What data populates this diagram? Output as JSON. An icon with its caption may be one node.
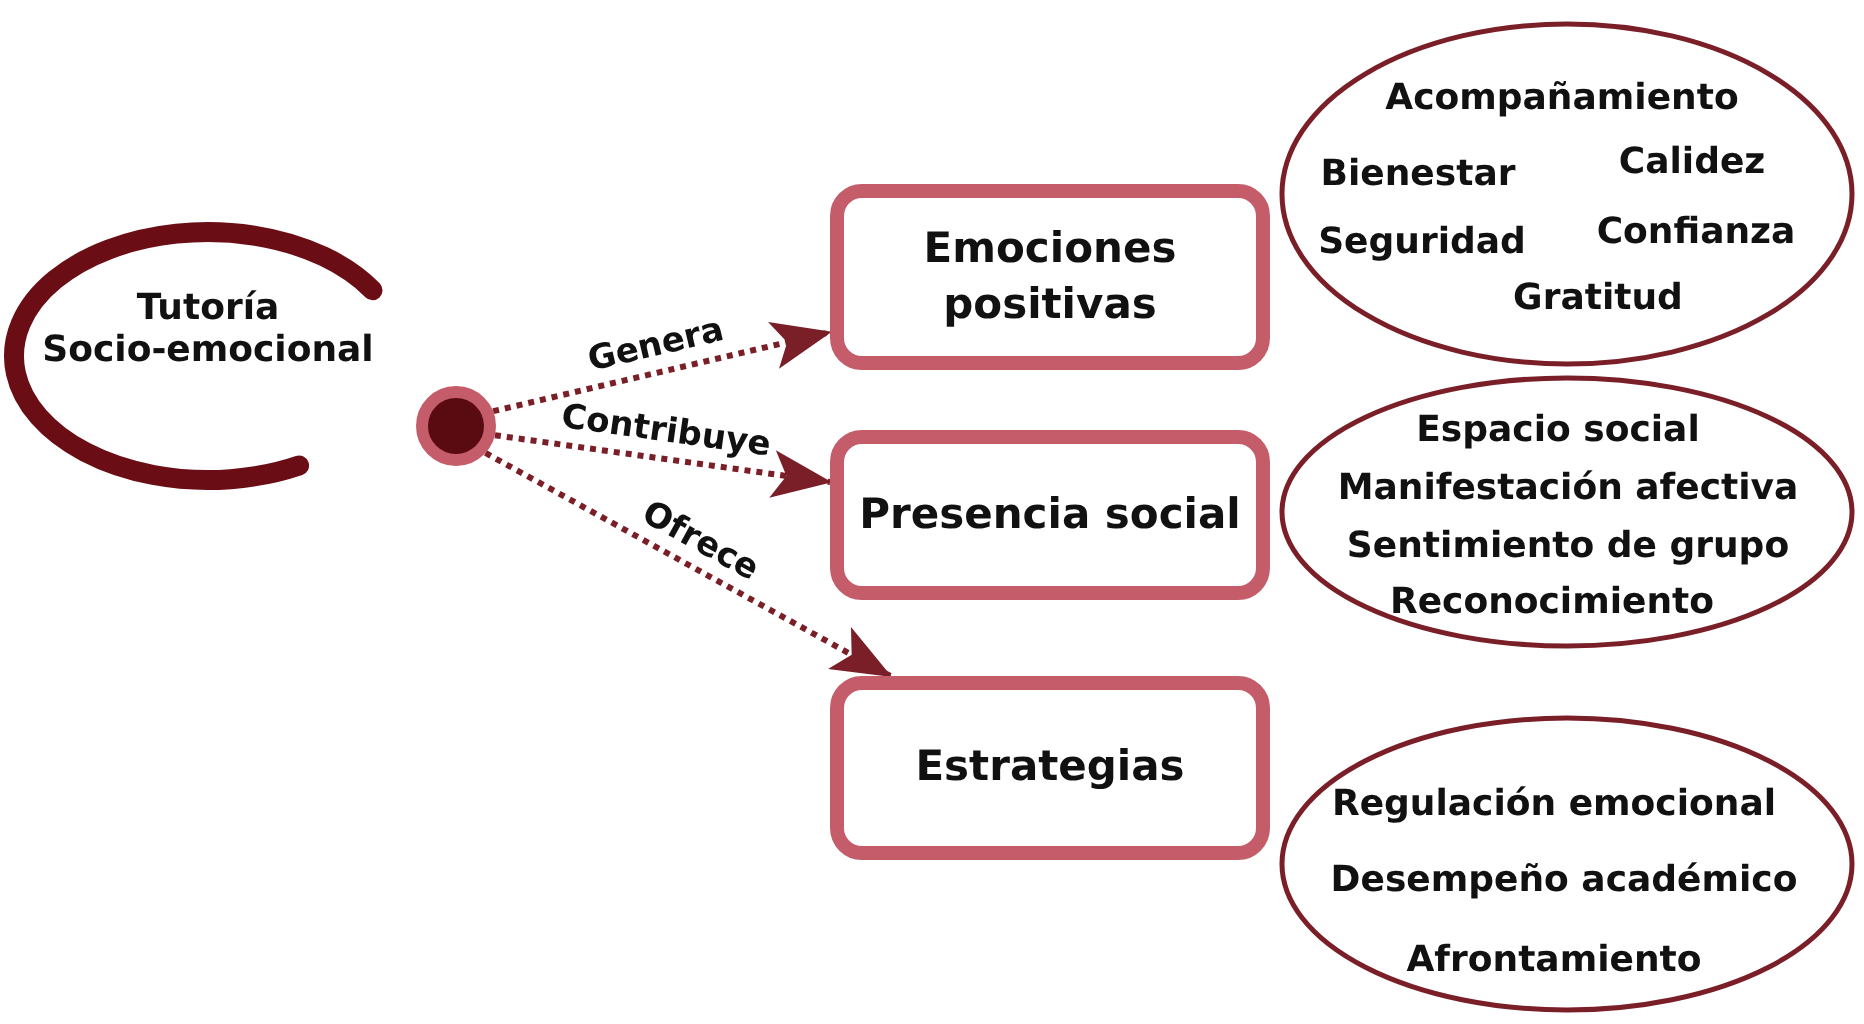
{
  "diagram": {
    "nodes": [
      {
        "text": [
          "Tutoría Socio-emocional"
        ]
      },
      {
        "text": [],
        "shape": "circle"
      },
      {
        "text": [
          "Emociones positivas"
        ]
      },
      {
        "text": [
          "Presencia social"
        ]
      },
      {
        "text": [
          "Estrategias"
        ]
      },
      {
        "text": [
          "Acompañamiento",
          "Bienestar",
          "Calidez",
          "Seguridad",
          "Confianza",
          "Gratitud"
        ]
      },
      {
        "text": [
          "Espacio social",
          "Manifestación afectiva",
          "Sentimiento de grupo",
          "Reconocimiento"
        ]
      },
      {
        "text": [
          "Regulación emocional",
          "Desempeño académico",
          "Afrontamiento"
        ]
      }
    ],
    "edges": [
      {
        "from": 1,
        "to": 2,
        "arrow": "to",
        "label": "Genera",
        "style": "dashed"
      },
      {
        "from": 1,
        "to": 3,
        "arrow": "to",
        "label": "Contribuye",
        "style": "dashed"
      },
      {
        "from": 1,
        "to": 4,
        "arrow": "to",
        "label": "Ofrece",
        "style": "dashed"
      }
    ]
  }
}
